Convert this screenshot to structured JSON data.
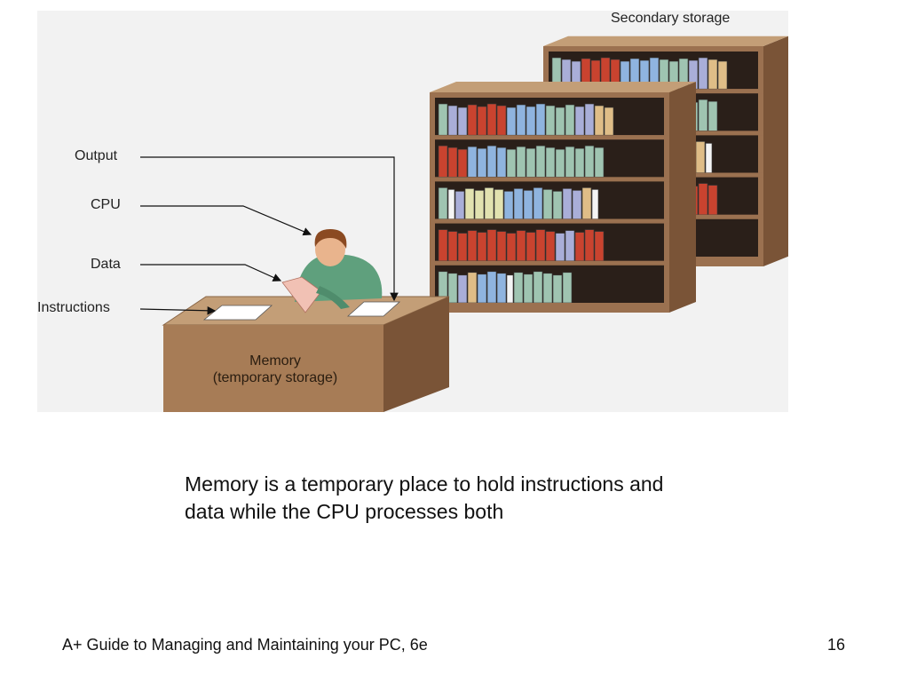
{
  "figure": {
    "labels": {
      "secondary_storage": "Secondary storage",
      "output": "Output",
      "cpu": "CPU",
      "data": "Data",
      "instructions": "Instructions",
      "memory_line1": "Memory",
      "memory_line2": "(temporary storage)"
    }
  },
  "caption": {
    "line1": "Memory is a temporary place to hold instructions and",
    "line2": "data while the CPU processes both"
  },
  "footer": {
    "title": "A+ Guide to Managing and Maintaining your PC, 6e",
    "page_number": "16"
  },
  "colors": {
    "figure_bg": "#f2f2f2",
    "bookcase_wood": "#9b7150",
    "bookcase_side": "#7a5437",
    "bookcase_inner": "#2a1f19",
    "desk_front": "#a77c56",
    "desk_top": "#c39e77",
    "book_red": "#c9432f",
    "book_blue": "#8fb4df",
    "book_green": "#9fc4b1",
    "book_tan": "#dfbd87",
    "book_lavender": "#a9aed8",
    "book_yellow": "#e2e2b0",
    "shirt_green": "#5fa07d",
    "hair_brown": "#8b4a22"
  }
}
